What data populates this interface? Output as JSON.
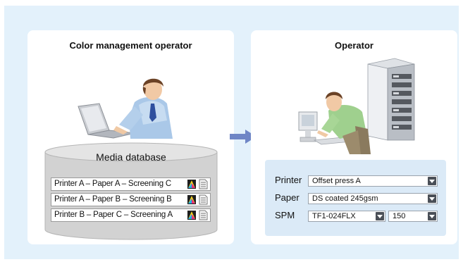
{
  "left_panel": {
    "title": "Color management operator",
    "database": {
      "title": "Media database",
      "rows": [
        {
          "label": "Printer A – Paper A – Screening C"
        },
        {
          "label": "Printer A – Paper B – Screening B"
        },
        {
          "label": "Printer B – Paper C – Screening A"
        }
      ]
    }
  },
  "right_panel": {
    "title": "Operator",
    "settings": {
      "printer": {
        "label": "Printer",
        "value": "Offset press A"
      },
      "paper": {
        "label": "Paper",
        "value": "DS coated 245gsm"
      },
      "spm": {
        "label": "SPM",
        "value": "TF1-024FLX",
        "value2": "150"
      }
    }
  },
  "colors": {
    "background": "#e3f1fb",
    "panel": "#ffffff",
    "arrow": "#6f86c6",
    "settings_box": "#dbeaf7",
    "database": "#d2d2d2"
  },
  "icons": [
    "person-laptop-icon",
    "person-workstation-icon",
    "server-rack-icon",
    "icc-profile-icon",
    "document-icon",
    "flow-arrow-icon",
    "chevron-down-icon"
  ]
}
